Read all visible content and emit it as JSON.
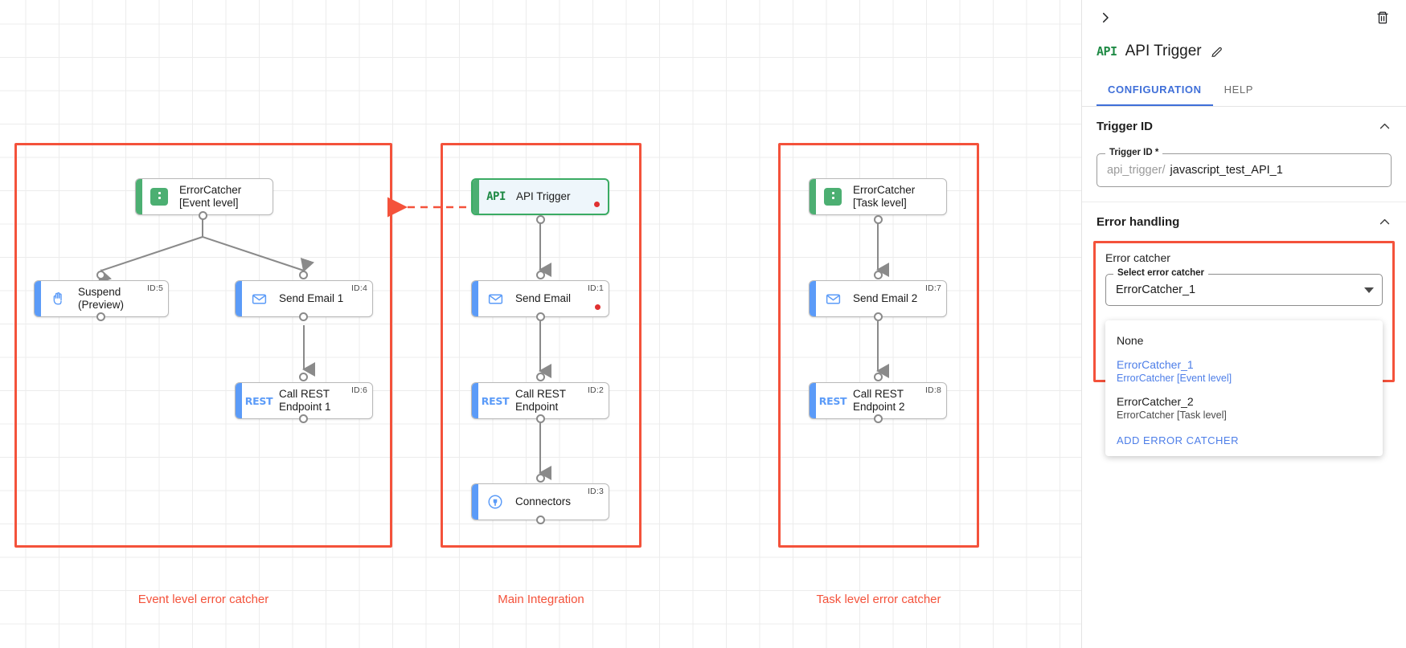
{
  "canvas": {
    "groups": [
      {
        "label": "Event level error catcher"
      },
      {
        "label": "Main Integration"
      },
      {
        "label": "Task level error catcher"
      }
    ],
    "nodes": {
      "error_catcher_event": {
        "title": "ErrorCatcher\n[Event level]",
        "icon": "error-catcher-icon",
        "id_tag": ""
      },
      "suspend": {
        "title": "Suspend\n(Preview)",
        "icon": "suspend-hand-icon",
        "id_tag": "ID:5"
      },
      "send_email_1": {
        "title": "Send Email 1",
        "icon": "envelope-icon",
        "id_tag": "ID:4"
      },
      "call_rest_1": {
        "title": "Call REST\nEndpoint 1",
        "icon": "rest-icon",
        "id_tag": "ID:6"
      },
      "api_trigger": {
        "title": "API Trigger",
        "icon": "api-icon",
        "id_tag": ""
      },
      "send_email": {
        "title": "Send Email",
        "icon": "envelope-icon",
        "id_tag": "ID:1"
      },
      "call_rest": {
        "title": "Call REST\nEndpoint",
        "icon": "rest-icon",
        "id_tag": "ID:2"
      },
      "connectors": {
        "title": "Connectors",
        "icon": "connectors-icon",
        "id_tag": "ID:3"
      },
      "error_catcher_task": {
        "title": "ErrorCatcher\n[Task level]",
        "icon": "error-catcher-icon",
        "id_tag": ""
      },
      "send_email_2": {
        "title": "Send Email 2",
        "icon": "envelope-icon",
        "id_tag": "ID:7"
      },
      "call_rest_2": {
        "title": "Call REST\nEndpoint 2",
        "icon": "rest-icon",
        "id_tag": "ID:8"
      }
    },
    "glyphs": {
      "api": "API",
      "rest": "REST"
    },
    "colors": {
      "group_border": "#f4523b",
      "node_accent_blue": "#5b9bf8",
      "node_accent_green": "#4caf72",
      "selected_border": "#3aab63",
      "error_dot": "#e03131"
    }
  },
  "panel": {
    "collapse_icon": "chevron-right-icon",
    "delete_icon": "trash-icon",
    "glyph": "API",
    "title": "API Trigger",
    "edit_icon": "pencil-icon",
    "tabs": [
      {
        "label": "CONFIGURATION",
        "active": true
      },
      {
        "label": "HELP",
        "active": false
      }
    ],
    "trigger_id_section": {
      "heading": "Trigger ID",
      "field_label": "Trigger ID *",
      "prefix": "api_trigger/",
      "value": "javascript_test_API_1"
    },
    "error_handling_section": {
      "heading": "Error handling",
      "error_catcher_label": "Error catcher",
      "select_label": "Select error catcher",
      "selected_value": "ErrorCatcher_1",
      "options": [
        {
          "primary": "None",
          "sub": "",
          "selected": false
        },
        {
          "primary": "ErrorCatcher_1",
          "sub": "ErrorCatcher [Event level]",
          "selected": true
        },
        {
          "primary": "ErrorCatcher_2",
          "sub": "ErrorCatcher [Task level]",
          "selected": false
        }
      ],
      "add_action": "ADD ERROR CATCHER"
    }
  }
}
